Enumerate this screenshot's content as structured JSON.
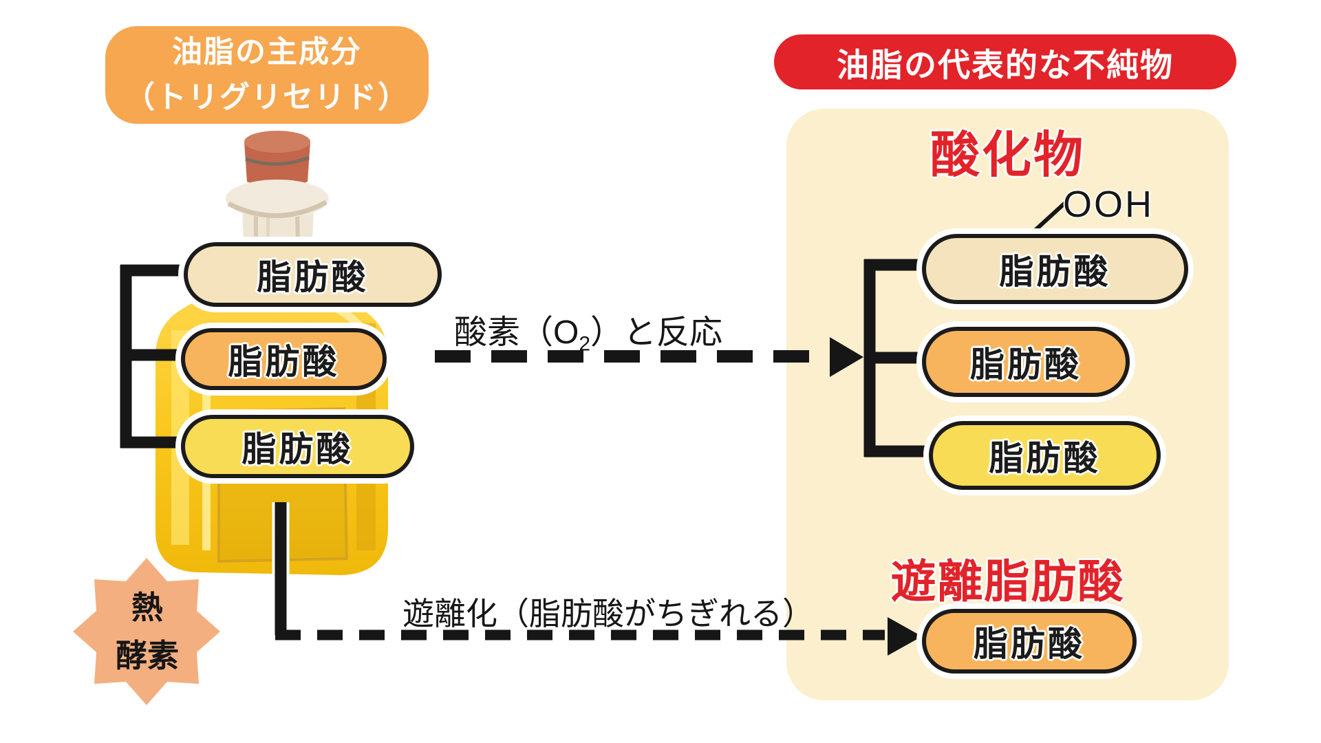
{
  "main_component_badge": {
    "line1": "油脂の主成分",
    "line2": "（トリグリセリド）"
  },
  "impurities_badge": "油脂の代表的な不純物",
  "left_group": {
    "fatty_acids": [
      "脂肪酸",
      "脂肪酸",
      "脂肪酸"
    ]
  },
  "oxidation": {
    "heading": "酸化物",
    "ooh_label": "OOH",
    "fatty_acids": [
      "脂肪酸",
      "脂肪酸",
      "脂肪酸"
    ]
  },
  "free_fatty_acid": {
    "heading": "遊離脂肪酸",
    "fatty_acid": "脂肪酸"
  },
  "arrows": {
    "oxygen_reaction": {
      "prefix": "酸素（O",
      "sub": "2",
      "suffix": "）と反応"
    },
    "liberation": "遊離化（脂肪酸がちぎれる）"
  },
  "starburst": {
    "line1": "熱",
    "line2": "酵素"
  },
  "colors": {
    "badge_orange": "#F6A750",
    "badge_red": "#E2232A",
    "panel_cream": "#FBEFCD",
    "pill_cream": "#F4E3BD",
    "pill_orange": "#F8B45C",
    "pill_yellow": "#F8DC55",
    "heading_red": "#E2232A",
    "line_black": "#161616",
    "starburst_salmon": "#F4AF80",
    "bottle_yellow": "#F7C712",
    "cork_brown": "#C3664B"
  }
}
